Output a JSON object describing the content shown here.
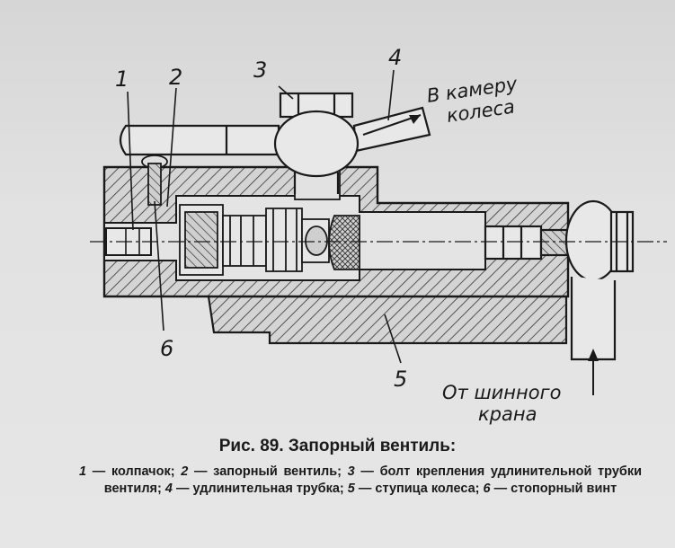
{
  "labels": {
    "n1": "1",
    "n2": "2",
    "n3": "3",
    "n4": "4",
    "n5": "5",
    "n6": "6",
    "to_chamber_line1": "В камеру",
    "to_chamber_line2": "колеса",
    "from_crane_line1": "От шинного",
    "from_crane_line2": "крана"
  },
  "caption": {
    "title": "Рис. 89. Запорный вентиль:",
    "legend": [
      {
        "num": "1",
        "text": "колпачок;"
      },
      {
        "num": "2",
        "text": "запорный вентиль;"
      },
      {
        "num": "3",
        "text": "болт крепления удли­нительной трубки вентиля;"
      },
      {
        "num": "4",
        "text": "удлинительная трубка;"
      },
      {
        "num": "5",
        "text": "сту­пица колеса;"
      },
      {
        "num": "6",
        "text": "стопорный винт"
      }
    ]
  }
}
